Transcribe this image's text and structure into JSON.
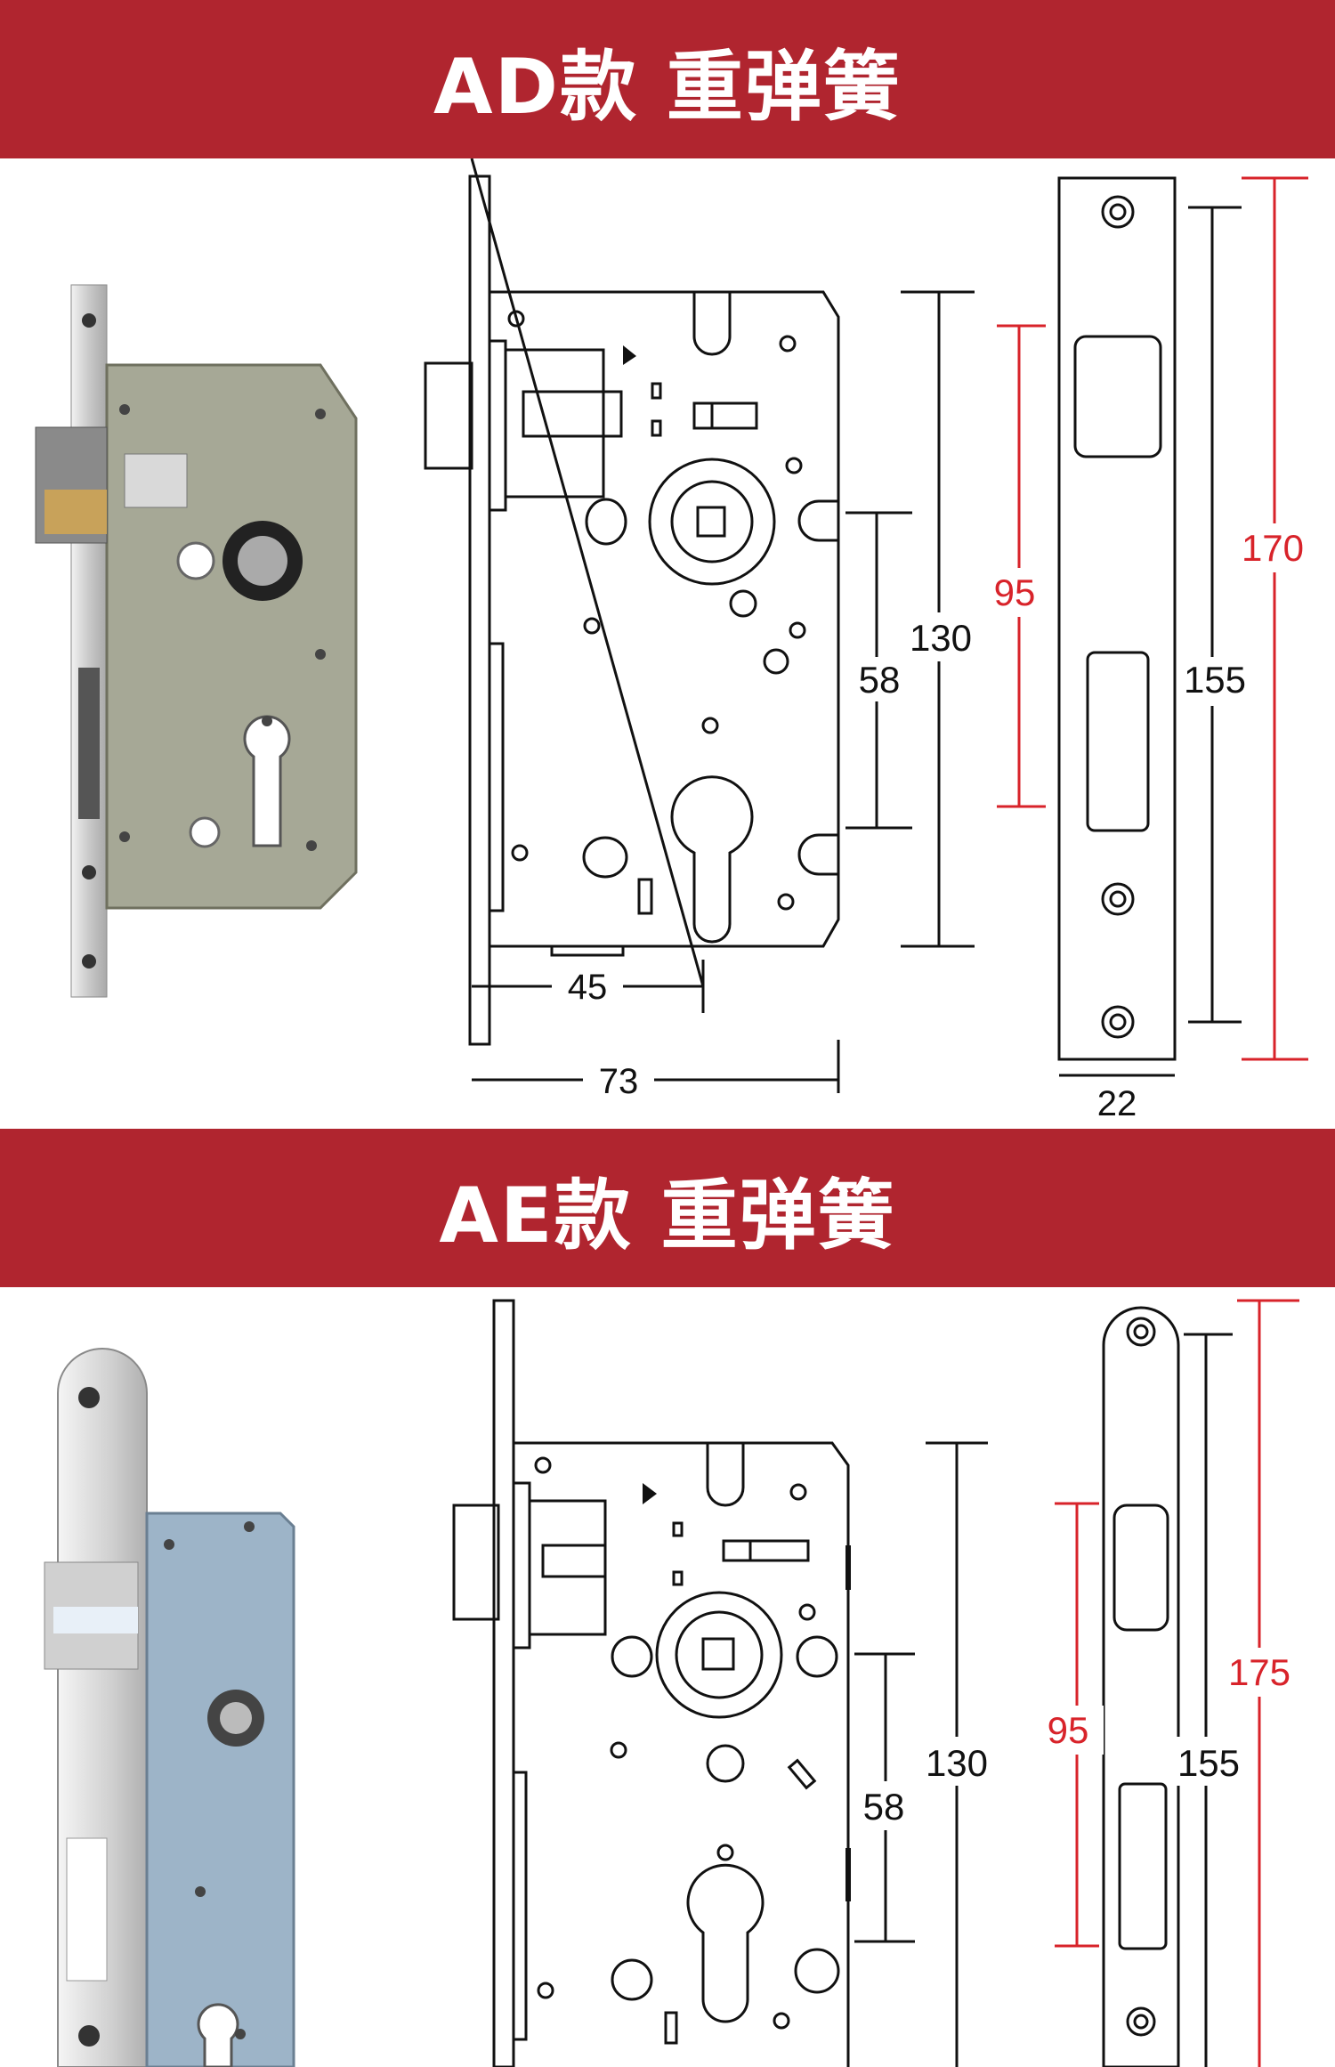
{
  "sections": [
    {
      "title": "AD款 重弹簧",
      "dims": {
        "width_full": "73",
        "width_body": "45",
        "backset_height": "58",
        "body_height": "130",
        "red_spacing": "95",
        "plate_screw_spacing": "155",
        "plate_height": "170",
        "plate_width": "22"
      },
      "photo_body_color": "#a6a896"
    },
    {
      "title": "AE款 重弹簧",
      "dims": {
        "backset_height": "58",
        "body_height": "130",
        "red_spacing": "95",
        "plate_screw_spacing": "155",
        "plate_height": "175"
      },
      "photo_body_color": "#9db4c8"
    }
  ],
  "colors": {
    "banner": "#b0252f",
    "line": "#111111",
    "red_dim": "#d8232a",
    "steel": "#d9d9d9"
  }
}
